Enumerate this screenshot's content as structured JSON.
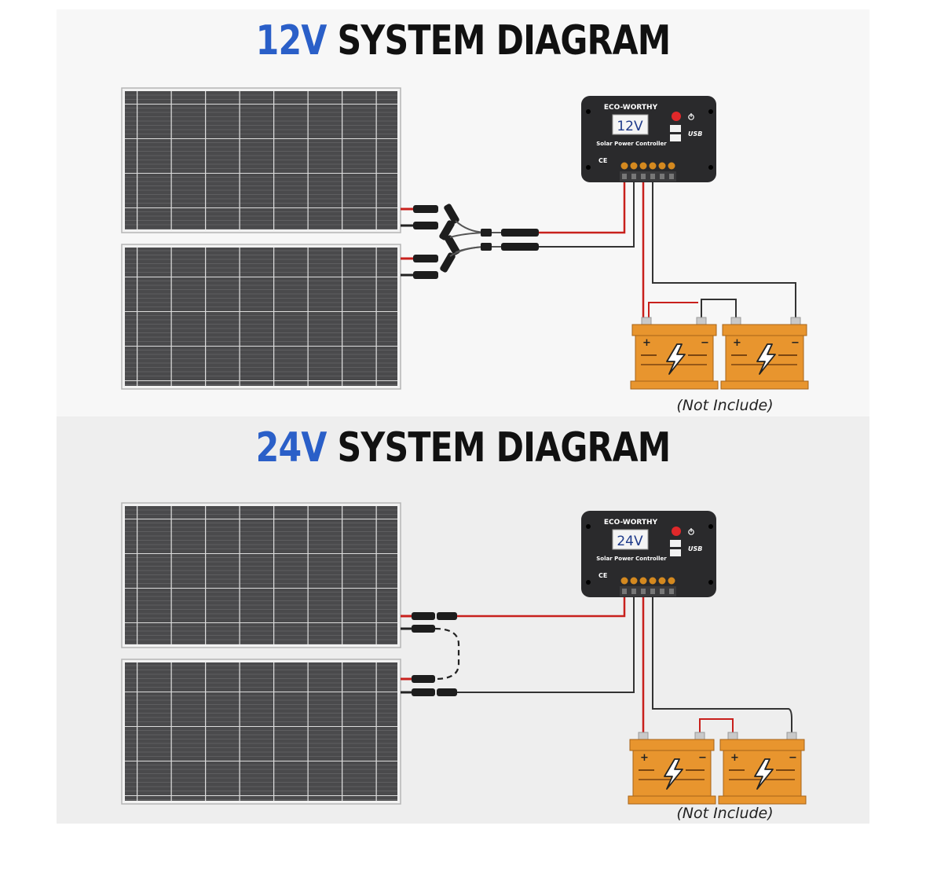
{
  "diagram_12v": {
    "title_volt": "12V",
    "title_rest": "SYSTEM DIAGRAM",
    "controller_brand": "ECO-WORTHY",
    "controller_voltage": "12V",
    "controller_label": "Solar Power Controller",
    "ce_mark": "CE",
    "usb_label": "USB",
    "note": "(Not Include)"
  },
  "diagram_24v": {
    "title_volt": "24V",
    "title_rest": "SYSTEM DIAGRAM",
    "controller_brand": "ECO-WORTHY",
    "controller_voltage": "24V",
    "controller_label": "Solar Power Controller",
    "ce_mark": "CE",
    "usb_label": "USB",
    "note": "(Not Include)"
  },
  "colors": {
    "accent_blue": "#2a5fc8",
    "battery_orange": "#e8952e",
    "wire_red": "#c8201c",
    "wire_black": "#222222",
    "controller_body": "#2a2a2c"
  }
}
